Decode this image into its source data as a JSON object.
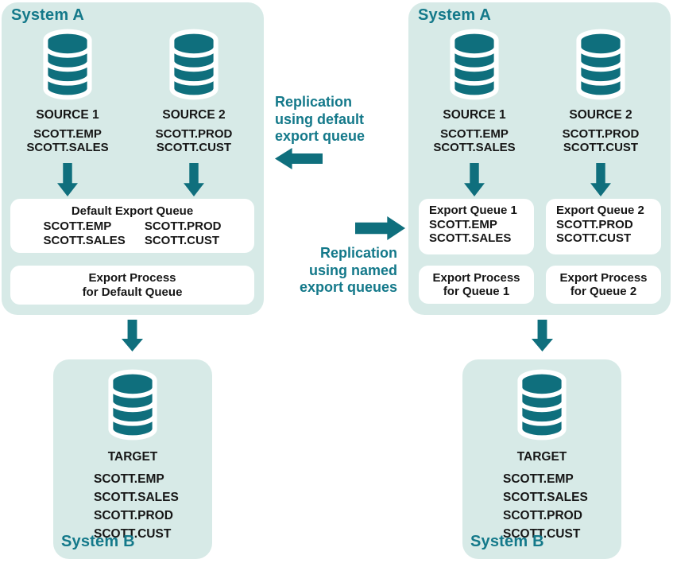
{
  "colors": {
    "teal_shape": "#0f6f7d",
    "teal_text": "#14798a",
    "panel_background": "#d7eae7",
    "box_background": "#ffffff",
    "label_text": "#161616"
  },
  "diagram_left": {
    "system_a": {
      "title": "System A",
      "source1": {
        "label": "SOURCE 1",
        "table1": "SCOTT.EMP",
        "table2": "SCOTT.SALES"
      },
      "source2": {
        "label": "SOURCE 2",
        "table1": "SCOTT.PROD",
        "table2": "SCOTT.CUST"
      },
      "queue": {
        "title": "Default Export Queue",
        "col1_line1": "SCOTT.EMP",
        "col1_line2": "SCOTT.SALES",
        "col2_line1": "SCOTT.PROD",
        "col2_line2": "SCOTT.CUST"
      },
      "process": {
        "line1": "Export Process",
        "line2": "for Default Queue"
      }
    },
    "system_b": {
      "title": "System B",
      "target_label": "TARGET",
      "table1": "SCOTT.EMP",
      "table2": "SCOTT.SALES",
      "table3": "SCOTT.PROD",
      "table4": "SCOTT.CUST"
    }
  },
  "middle_labels": {
    "default_queue": {
      "line1": "Replication",
      "line2": "using default",
      "line3": "export queue"
    },
    "named_queues": {
      "line1": "Replication",
      "line2": "using named",
      "line3": "export queues"
    }
  },
  "diagram_right": {
    "system_a": {
      "title": "System A",
      "source1": {
        "label": "SOURCE 1",
        "table1": "SCOTT.EMP",
        "table2": "SCOTT.SALES"
      },
      "source2": {
        "label": "SOURCE 2",
        "table1": "SCOTT.PROD",
        "table2": "SCOTT.CUST"
      },
      "queue1": {
        "title": "Export Queue 1",
        "line1": "SCOTT.EMP",
        "line2": "SCOTT.SALES"
      },
      "queue2": {
        "title": "Export Queue 2",
        "line1": "SCOTT.PROD",
        "line2": "SCOTT.CUST"
      },
      "process1": {
        "line1": "Export Process",
        "line2": "for Queue 1"
      },
      "process2": {
        "line1": "Export Process",
        "line2": "for Queue 2"
      }
    },
    "system_b": {
      "title": "System B",
      "target_label": "TARGET",
      "table1": "SCOTT.EMP",
      "table2": "SCOTT.SALES",
      "table3": "SCOTT.PROD",
      "table4": "SCOTT.CUST"
    }
  }
}
